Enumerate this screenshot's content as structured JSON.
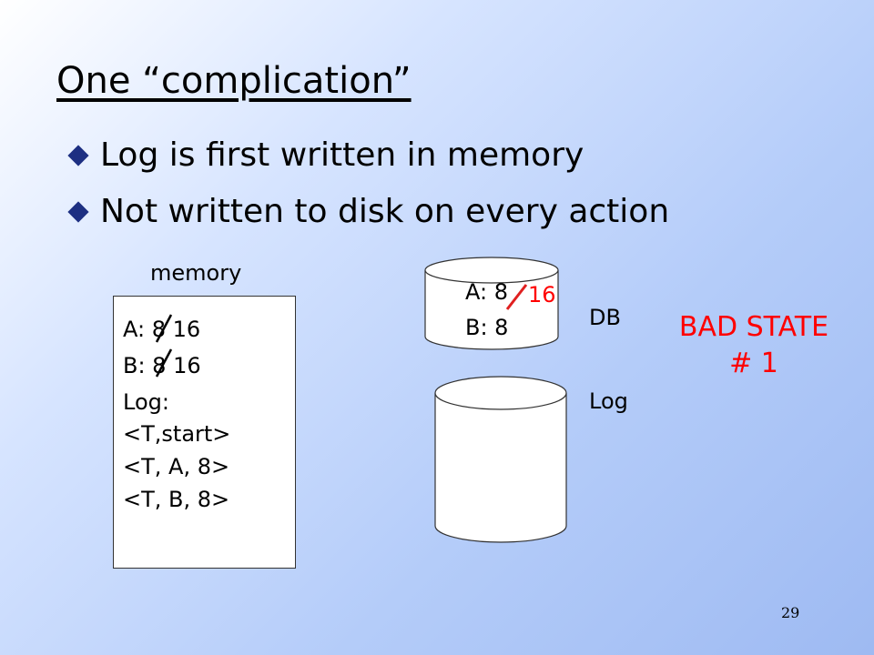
{
  "slide": {
    "title": "One “complication”",
    "bullets": [
      "Log is first written in memory",
      "Not written to disk on every action"
    ],
    "page_number": "29"
  },
  "memory": {
    "label": "memory",
    "a_line": "A: 8 16",
    "b_line": "B: 8 16",
    "log_label": "Log:",
    "log_entries": [
      "<T,start>",
      "<T, A, 8>",
      "<T, B, 8>"
    ]
  },
  "db": {
    "label": "DB",
    "a_line": "A: 8",
    "a_new_value": "16",
    "b_line": "B: 8"
  },
  "log_disk": {
    "label": "Log"
  },
  "warning": {
    "line1": "BAD STATE",
    "line2": "# 1"
  },
  "colors": {
    "accent": "#ff0000",
    "bullet": "#1d2f82",
    "background_start": "#ffffff",
    "background_end": "#9ebaf2"
  },
  "icons": {
    "bullet": "diamond-bullet-icon",
    "disk": "disk-cylinder-icon"
  }
}
